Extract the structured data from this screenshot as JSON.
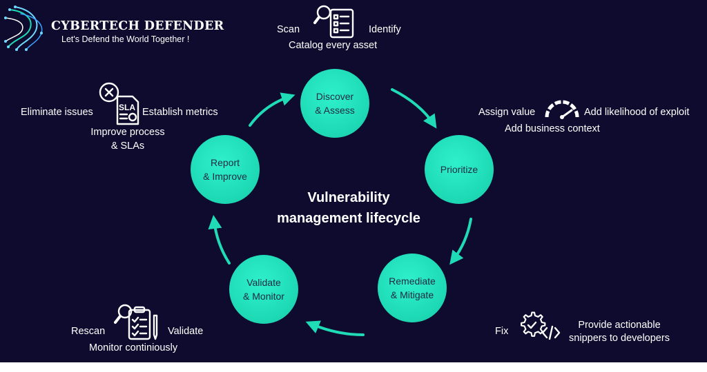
{
  "brand": {
    "name": "CYBERTECH DEFENDER",
    "tagline": "Let's Defend the World Together !"
  },
  "center_title": {
    "line1": "Vulnerability",
    "line2": "management lifecycle"
  },
  "stages": {
    "discover": {
      "line1": "Discover",
      "line2": "& Assess"
    },
    "prioritize": {
      "line1": "Prioritize"
    },
    "remediate": {
      "line1": "Remediate",
      "line2": "& Mitigate"
    },
    "validate": {
      "line1": "Validate",
      "line2": "& Monitor"
    },
    "report": {
      "line1": "Report",
      "line2": "& Improve"
    }
  },
  "annotations": {
    "discover": {
      "left": "Scan",
      "right": "Identify",
      "below": "Catalog every asset",
      "icon": "magnifier-checklist-icon"
    },
    "prioritize": {
      "left": "Assign value",
      "right": "Add likelihood of exploit",
      "below": "Add business context",
      "icon": "gauge-icon"
    },
    "remediate": {
      "left": "Fix",
      "right_line1": "Provide actionable",
      "right_line2": "snippers to developers",
      "icon": "gear-code-icon"
    },
    "validate": {
      "left": "Rescan",
      "right": "Validate",
      "below": "Monitor continiously",
      "icon": "magnifier-clipboard-icon"
    },
    "report": {
      "left": "Eliminate issues",
      "right": "Establish metrics",
      "below_line1": "Improve process",
      "below_line2": "& SLAs",
      "icon_badge": "SLA",
      "icon": "sla-document-icon"
    }
  },
  "colors": {
    "background": "#0f0b2e",
    "node": "#1fdcb7",
    "arrow": "#1fdcb7",
    "text": "#ffffff"
  }
}
